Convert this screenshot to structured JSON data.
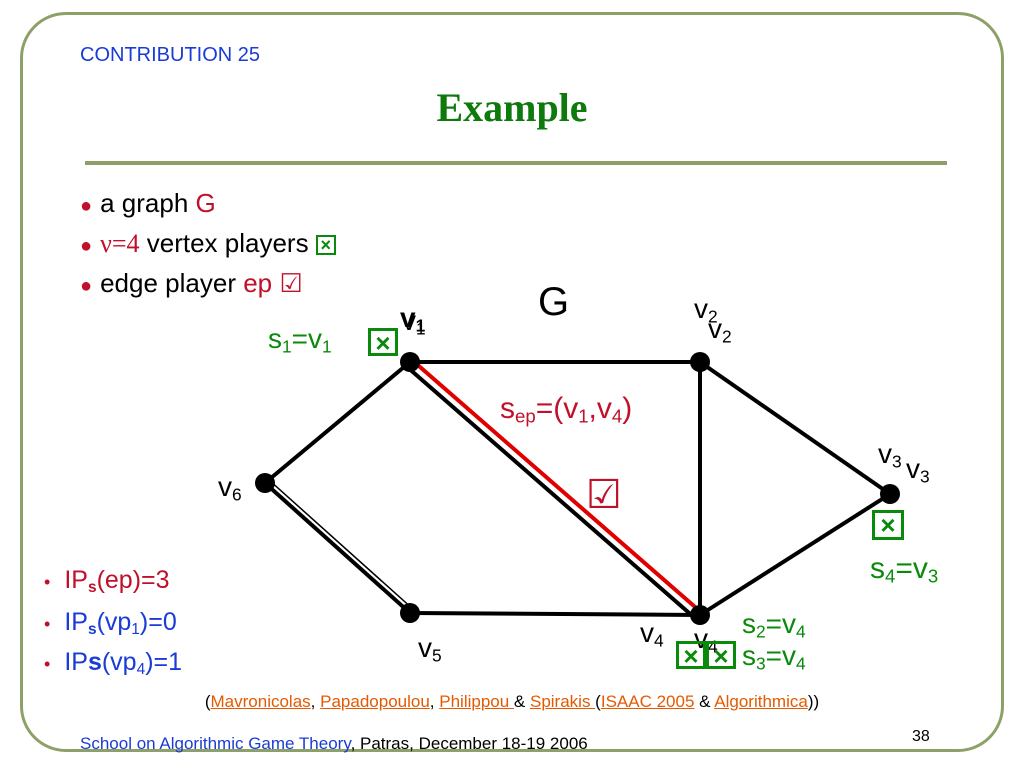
{
  "header": {
    "contribution": "CONTRIBUTION 25",
    "title": "Example"
  },
  "bullets": {
    "b1_text": "a graph ",
    "b1_var": "G",
    "b2_var": "ν=4",
    "b2_text": " vertex players ",
    "b3_text": "edge player ",
    "b3_var": "ep"
  },
  "graph": {
    "label": "G",
    "v1": "v",
    "v1_sub": "1",
    "v2": "v",
    "v2_sub": "2",
    "v3": "v",
    "v3_sub": "3",
    "v4": "v",
    "v4_sub": "4",
    "v5": "v",
    "v5_sub": "5",
    "v6": "v",
    "v6_sub": "6",
    "s1": "s",
    "s1_sub": "1",
    "s1_eq": "=v",
    "s1_eq_sub": "1",
    "sep": "s",
    "sep_sub": "ep",
    "sep_eq": "=(v",
    "sep_eq_sub1": "1",
    "sep_eq_mid": ",v",
    "sep_eq_sub2": "4",
    "sep_eq_end": ")",
    "s4": "s",
    "s4_sub": "4",
    "s4_eq": "=v",
    "s4_eq_sub": "3",
    "s2": "s",
    "s2_sub": "2",
    "s2_eq": "=v",
    "s2_eq_sub": "4",
    "s3": "s",
    "s3_sub": "3",
    "s3_eq": "=v",
    "s3_eq_sub": "4",
    "box_mark": "×",
    "check_mark": "☑",
    "edge_color": "#000000",
    "highlight_color": "#e00000"
  },
  "ip_list": [
    {
      "pre": "IP",
      "sub": "s",
      "post": "(ep)=3"
    },
    {
      "pre": "IP",
      "sub": "s",
      "post": "(vp",
      "sub2": "1",
      "end": ")=0"
    },
    {
      "pre": "IP",
      "sub": "s",
      "post": "(vp",
      "sub2": "4",
      "end": ")=1"
    }
  ],
  "reference": {
    "open": "(",
    "a1": "Mavronicolas",
    "sep1": ", ",
    "a2": "Papadopoulou",
    "sep2": ", ",
    "a3": "Philippou ",
    "amp1": "& ",
    "a4": "Spirakis ",
    "open2": "(",
    "venue1": "ISAAC 2005",
    "amp2": " & ",
    "venue2": "Algorithmica",
    "close": "))"
  },
  "footer": {
    "link": "School on Algorithmic Game Theory",
    "rest": ", Patras, December 18-19 2006",
    "page": "38"
  }
}
